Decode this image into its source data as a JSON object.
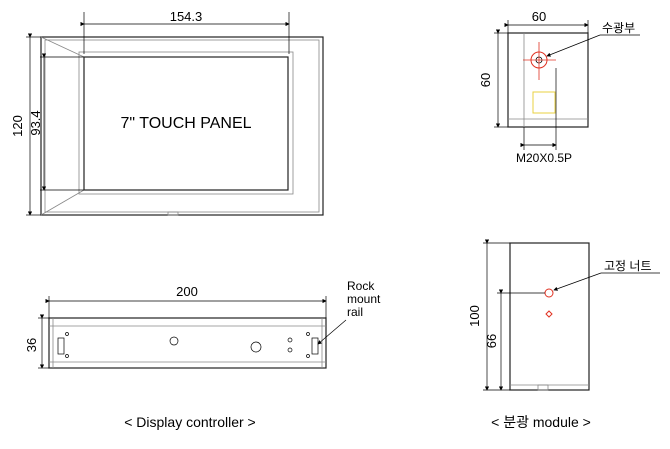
{
  "display_panel": {
    "width_label": "154.3",
    "height_outer_label": "120",
    "height_inner_label": "93.4",
    "screen_label": "7\" TOUCH PANEL"
  },
  "light_receiver_top": {
    "width_label": "60",
    "height_label": "60",
    "callout_label": "수광부",
    "thread_label": "M20X0.5P"
  },
  "controller": {
    "width_label": "200",
    "height_label": "36",
    "rail_label_line1": "Rock",
    "rail_label_line2": "mount",
    "rail_label_line3": "rail",
    "caption": "< Display controller >"
  },
  "splitter_module": {
    "height_label": "100",
    "inner_height_label": "66",
    "callout_label": "고정 너트",
    "caption": "< 분광 module >"
  },
  "colors": {
    "line": "#000000",
    "accent_red": "#e03020",
    "accent_yellow": "#e8d040"
  }
}
